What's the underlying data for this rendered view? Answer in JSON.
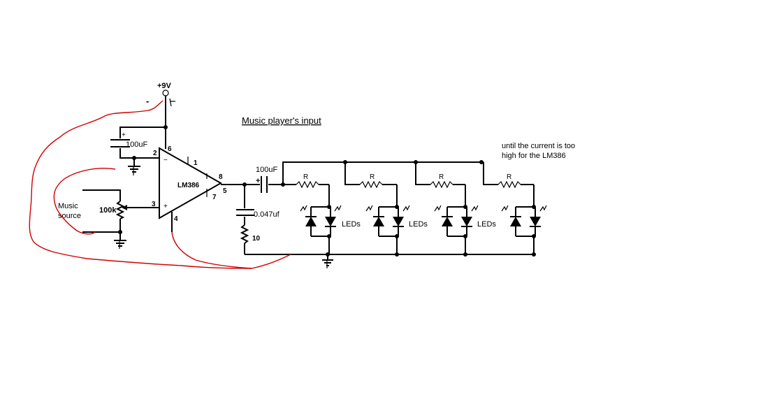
{
  "labels": {
    "supply": "+9V",
    "minus": "-",
    "plus_sign": "+",
    "title": "Music player's input",
    "note_line1": "until the current is too",
    "note_line2": "high for the LM386",
    "cap_100uf_a": "100uF",
    "cap_100uf_b": "100uF",
    "cap_0047": "0.047uf",
    "res_10": "10",
    "pot_100k": "100k",
    "music_line1": "Music",
    "music_line2": "source",
    "ic_name": "LM386",
    "pin2": "2",
    "pin3": "3",
    "pin4": "4",
    "pin5": "5",
    "pin6": "6",
    "pin7": "7",
    "pin8": "8",
    "pin1": "1",
    "opamp_minus": "−",
    "opamp_plus": "+",
    "r1": "R",
    "r2": "R",
    "r3": "R",
    "r4": "R",
    "leds1": "LEDs",
    "leds2": "LEDs",
    "leds3": "LEDs"
  },
  "colors": {
    "wire": "#000000",
    "annotation": "#d00000"
  }
}
